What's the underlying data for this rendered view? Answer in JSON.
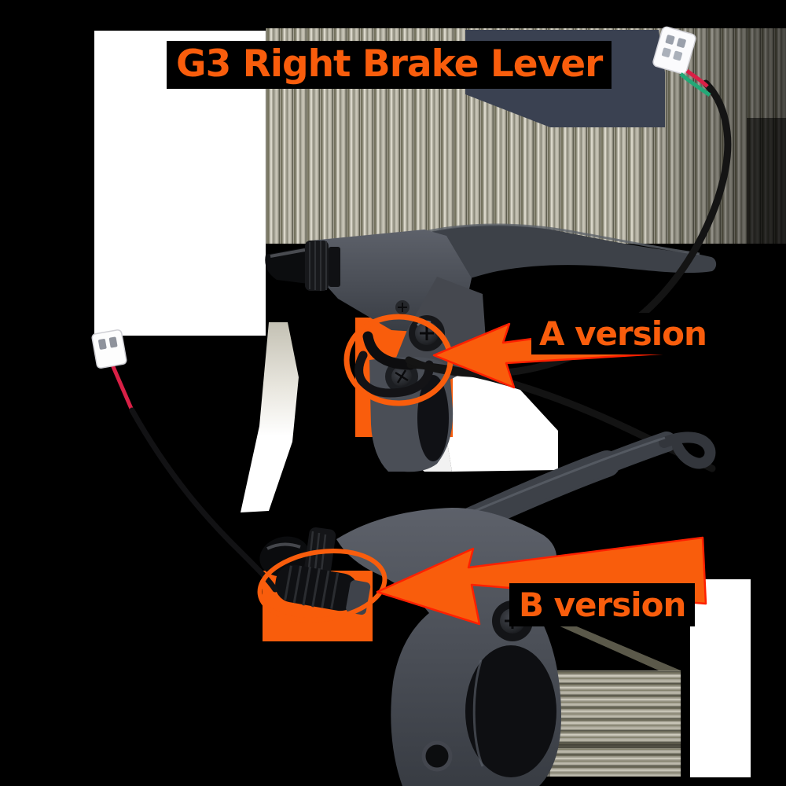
{
  "title": "G3 Right Brake Lever",
  "annotations": {
    "version_a": {
      "label": "A version"
    },
    "version_b": {
      "label": "B version"
    }
  },
  "colors": {
    "background": "#000000",
    "accent": "#F95D0C",
    "arrow_outline": "#FF2000",
    "label_background": "#000000",
    "lever_body_gray": "#4b4f57",
    "lever_blade_gray": "#3d4148",
    "cable_black": "#141414",
    "wire_red": "#d92046",
    "wire_green": "#23a877",
    "connector_white": "#fbfbfd",
    "photo_white_patch": "#ffffff",
    "smear_slate": "#3a4151",
    "smear_beige": "#b0ad9f"
  }
}
